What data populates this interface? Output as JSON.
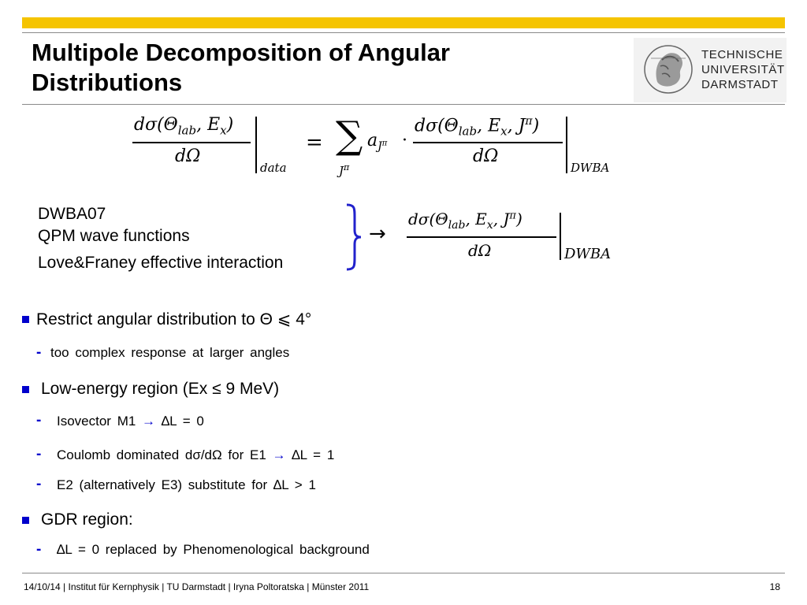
{
  "title": "Multipole Decomposition of Angular Distributions",
  "logo": {
    "line1": "TECHNISCHE",
    "line2": "UNIVERSITÄT",
    "line3": "DARMSTADT"
  },
  "equation1": {
    "lhs_num": "dσ(Θ",
    "lhs_num_sub": "lab",
    "lhs_num_tail": ", E",
    "lhs_num_sub2": "x",
    "lhs_num_end": ")",
    "lhs_den": "dΩ",
    "lhs_eval": "data",
    "equals": "=",
    "sum": "∑",
    "sum_index": "J",
    "sum_index_sup": "π",
    "coef": "a",
    "coef_sub": "J",
    "coef_sub_sup": "π",
    "dot": "·",
    "rhs_num": "dσ(Θ",
    "rhs_num_sub": "lab",
    "rhs_num_tail": ", E",
    "rhs_num_sub2": "x",
    "rhs_num_tail2": ", J",
    "rhs_num_sup": "π",
    "rhs_num_end": ")",
    "rhs_den": "dΩ",
    "rhs_eval": "DWBA"
  },
  "inputs": {
    "line1": "DWBA07",
    "line2": "QPM wave functions",
    "line3": "Love&Franey effective interaction",
    "arrow": "→"
  },
  "equation2": {
    "num": "dσ(Θ",
    "num_sub": "lab",
    "num_tail": ", E",
    "num_sub2": "x",
    "num_tail2": ", J",
    "num_sup": "π",
    "num_end": ")",
    "den": "dΩ",
    "eval": "DWBA"
  },
  "bullets": [
    {
      "text": "Restrict angular distribution to Θ ⩽ 4°",
      "subs": [
        {
          "dash": "-",
          "text": "too complex response at larger angles"
        }
      ]
    },
    {
      "text": "Low-energy region (Ex ≤ 9 MeV)",
      "subs": [
        {
          "dash": "-",
          "pre": "Isovector M1 ",
          "arrow": "→",
          "post": " ∆L = 0"
        },
        {
          "dash": "-",
          "pre": "Coulomb dominated dσ/dΩ for E1 ",
          "arrow": "→",
          "post": " ∆L = 1"
        },
        {
          "dash": "-",
          "pre": "E2 (alternatively E3) substitute for ∆L > 1"
        }
      ]
    },
    {
      "text": "GDR region:",
      "subs": [
        {
          "dash": "-",
          "text": "∆L = 0 replaced by Phenomenological background"
        }
      ]
    }
  ],
  "footer": {
    "text": "14/10/14 | Institut für Kernphysik | TU Darmstadt | Iryna Poltoratska | Münster 2011",
    "page": "18"
  },
  "colors": {
    "accent_bar": "#f5c400",
    "bullet": "#0000cc",
    "brace": "#2222cc"
  }
}
